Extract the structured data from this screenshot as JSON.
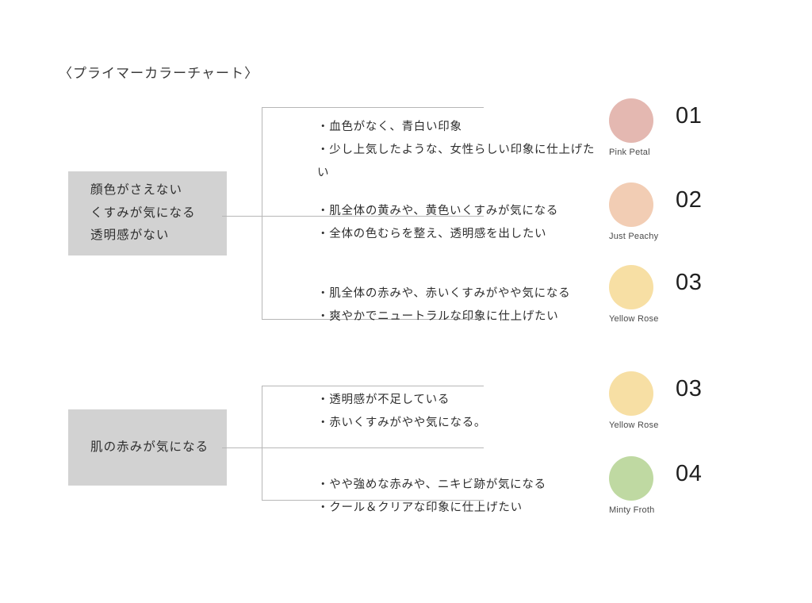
{
  "title": "〈プライマーカラーチャート〉",
  "groups": [
    {
      "label": "顔色がさえない\nくすみが気になる\n透明感がない",
      "row_indexes": [
        0,
        1,
        2
      ]
    },
    {
      "label": "肌の赤みが気になる",
      "row_indexes": [
        3,
        4
      ]
    }
  ],
  "rows": [
    {
      "description": "・血色がなく、青白い印象\n・少し上気したような、女性らしい印象に仕上げたい",
      "shade_number": "01",
      "shade_name": "Pink Petal",
      "shade_color": "#e4b8b1"
    },
    {
      "description": "・肌全体の黄みや、黄色いくすみが気になる\n・全体の色むらを整え、透明感を出したい",
      "shade_number": "02",
      "shade_name": "Just Peachy",
      "shade_color": "#f2cdb4"
    },
    {
      "description": "・肌全体の赤みや、赤いくすみがやや気になる\n・爽やかでニュートラルな印象に仕上げたい",
      "shade_number": "03",
      "shade_name": "Yellow Rose",
      "shade_color": "#f7dfa4"
    },
    {
      "description": "・透明感が不足している\n・赤いくすみがやや気になる。",
      "shade_number": "03",
      "shade_name": "Yellow Rose",
      "shade_color": "#f7dfa4"
    },
    {
      "description": "・やや強めな赤みや、ニキビ跡が気になる\n・クール＆クリアな印象に仕上げたい",
      "shade_number": "04",
      "shade_name": "Minty Froth",
      "shade_color": "#bfd9a2"
    }
  ],
  "colors": {
    "box_fill": "#d2d2d2",
    "connector": "#b7b7b7",
    "background": "#ffffff",
    "text": "#2e2e2e"
  }
}
